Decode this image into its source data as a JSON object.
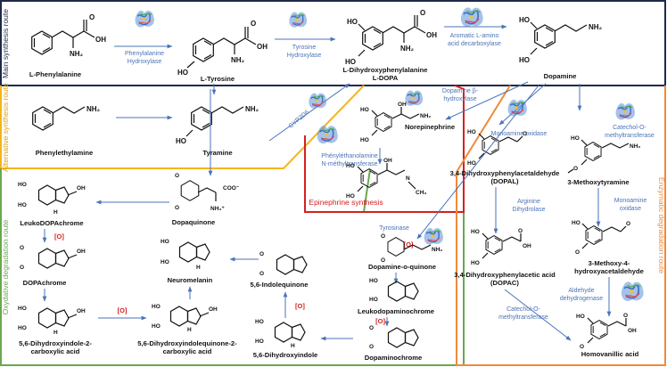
{
  "routes": {
    "main": "Main synthesis route",
    "alternative": "Alternative synthesis route",
    "oxidative": "Oxydative degradation route",
    "enzymatic": "Enzymatic degradation route",
    "epinephrine": "Epinephrine synthesis"
  },
  "compounds": {
    "phenylalanine": "L-Phenylalanine",
    "tyrosine": "L-Tyrosine",
    "ldopa": "L-Dihydroxyphenylalanine",
    "ldopa_abbr": "L-DOPA",
    "dopamine": "Dopamine",
    "phenylethylamine": "Phenylethylamine",
    "tyramine": "Tyramine",
    "norepinephrine": "Norepinephrine",
    "dopal": "3,4-Dihydroxyphenylacetaldehyde",
    "dopal_abbr": "(DOPAL)",
    "methoxytyramine": "3-Methoxytyramine",
    "mhpa_1": "3-Methoxy-4-",
    "mhpa_2": "hydroxyacetaldehyde",
    "dopac": "3,4-Dihydroxyphenylacetic acid",
    "dopac_abbr": "(DOPAC)",
    "hva": "Homovanillic acid",
    "leukodopachrome": "LeukoDOPAchrome",
    "dopaquinone": "Dopaquinone",
    "dopachrome": "DOPAchrome",
    "neuromelanin": "Neuromelanin",
    "dhica_1": "5,6-Dihydroxyindole-2-",
    "dhica_2": "carboxylic acid",
    "dhicq_1": "5,6-Dihydroxyindolequinone-2-",
    "dhicq_2": "carboxylic acid",
    "indolequinone": "5,6-Indolequinone",
    "dhi": "5,6-Dihydroxyindole",
    "dopamine_oquinone": "Dopamine-o-quinone",
    "leukodopaminochrome": "Leukodopaminochrome",
    "dopaminochrome": "Dopaminochrome"
  },
  "enzymes": {
    "pah_1": "Phenylalanine",
    "pah_2": "Hydroxylase",
    "th_1": "Tyrosine",
    "th_2": "Hydroxylase",
    "aadc_1": "Aromatic L-amino",
    "aadc_2": "acid decarboxylase",
    "dbh_1": "Dopamine β-",
    "dbh_2": "hydroxylase",
    "cyp": "CYP2D6",
    "pnmt_1": "Phényléthanolamine",
    "pnmt_2": "N-méthyltransferase",
    "mao1": "Monoamine oxidase",
    "comt1_1": "Catechol-O-",
    "comt1_2": "methyltransferase",
    "mao2_1": "Monoamine",
    "mao2_2": "oxidase",
    "ad_1": "Arginine",
    "ad_2": "Dihydrolase",
    "aldh_1": "Aldehyde",
    "aldh_2": "dehydrogenase",
    "comt2_1": "Catechol-O-",
    "comt2_2": "methyltransferase",
    "tyrosinase": "Tyrosinase"
  },
  "ox_label": "[O]",
  "colors": {
    "main": "#1f2a4a",
    "alternative": "#f3b51a",
    "oxidative": "#6aa84f",
    "enzymatic": "#ef8a3c",
    "epinephrine": "#d42020",
    "enzyme_text": "#4a73b8"
  }
}
